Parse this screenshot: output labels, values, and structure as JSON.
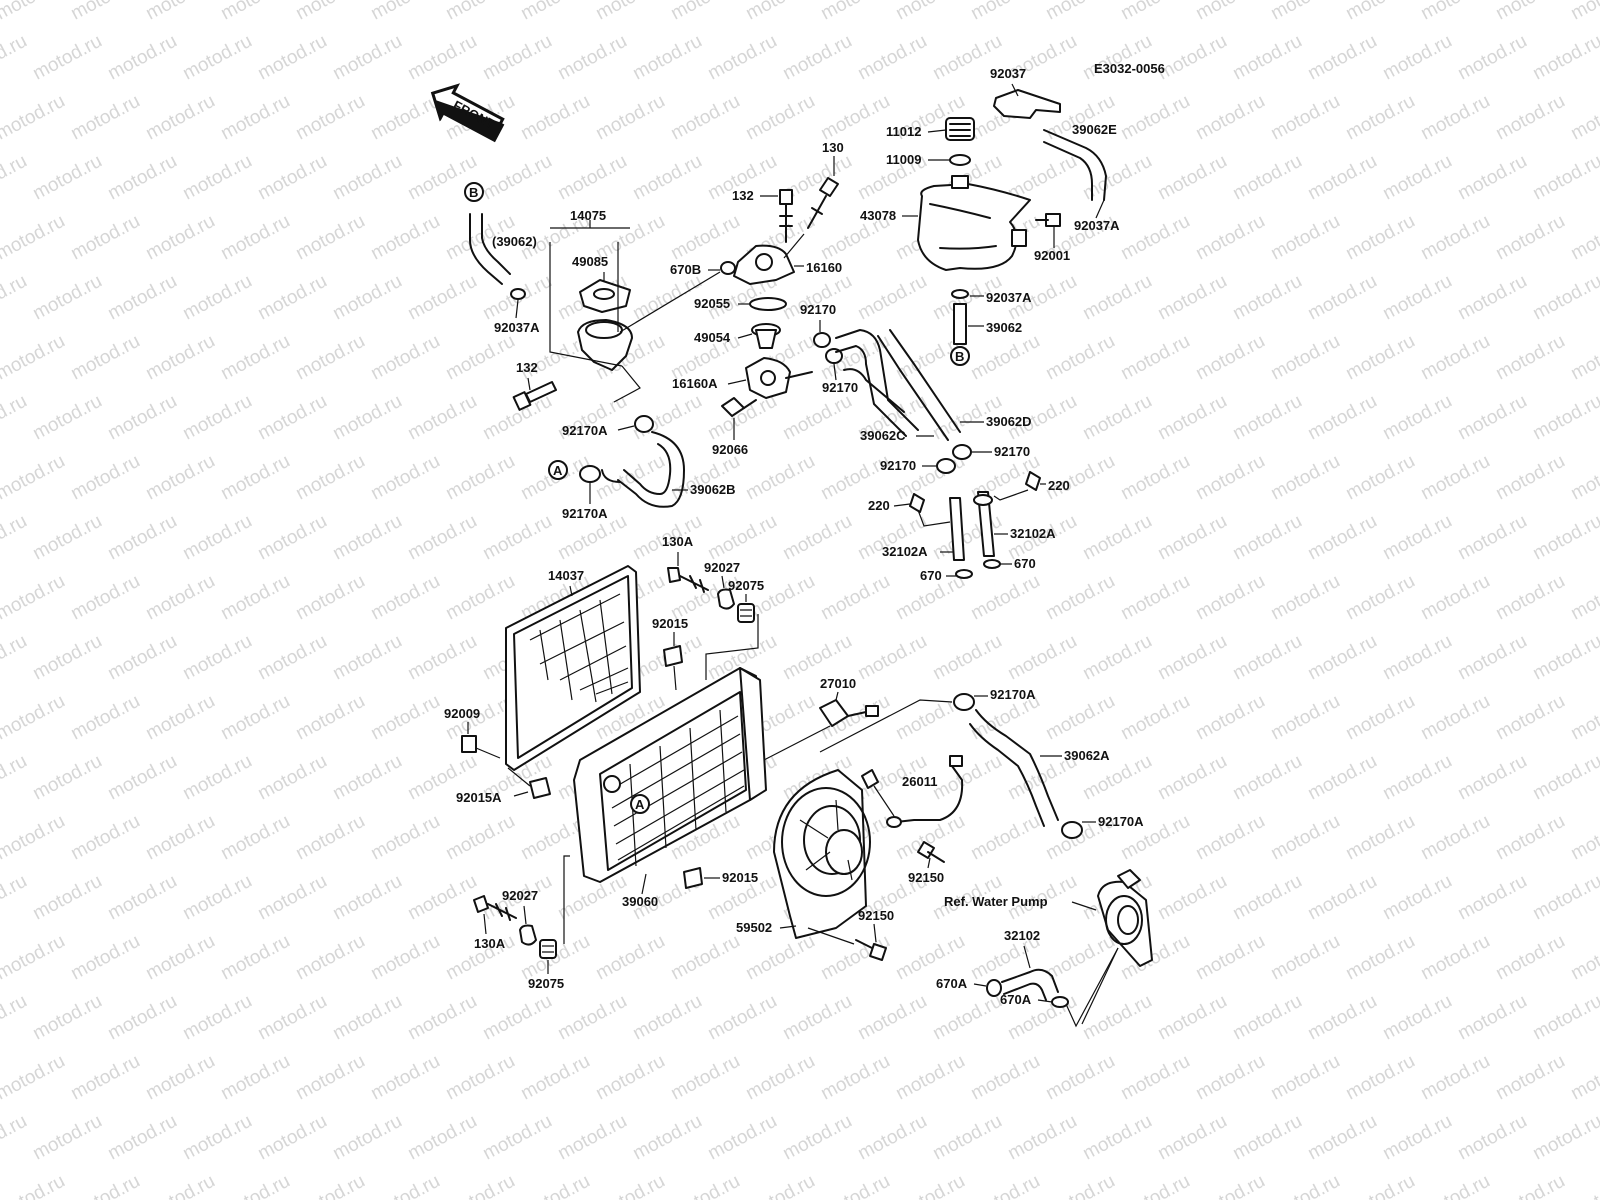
{
  "document_code": "E3032-0056",
  "front_arrow_label": "FRONT",
  "watermark_text": "motod.ru",
  "colors": {
    "ink": "#111111",
    "watermark": "#d6d6d6",
    "background": "#ffffff"
  },
  "callouts": {
    "92037": "92037",
    "E3032": "E3032-0056",
    "11012": "11012",
    "11009": "11009",
    "39062E": "39062E",
    "43078": "43078",
    "92001": "92001",
    "92037A_tank": "92037A",
    "92037A_hose": "92037A",
    "39062_tank": "39062",
    "B_tank": "B",
    "B_left": "B",
    "paren39062": "(39062)",
    "14075": "14075",
    "49085": "49085",
    "92037A_left": "92037A",
    "132_left": "132",
    "130": "130",
    "132_top": "132",
    "670B": "670B",
    "16160": "16160",
    "92055": "92055",
    "92170_a": "92170",
    "49054": "49054",
    "92170_b": "92170",
    "16160A": "16160A",
    "92170A_a": "92170A",
    "92066": "92066",
    "39062D": "39062D",
    "39062C": "39062C",
    "92170_c": "92170",
    "92170_d": "92170",
    "A_hose": "A",
    "92170A_b": "92170A",
    "39062B": "39062B",
    "220_a": "220",
    "220_b": "220",
    "32102A_a": "32102A",
    "32102A_b": "32102A",
    "670_a": "670",
    "670_b": "670",
    "130A_top": "130A",
    "92027_top": "92027",
    "92075_top": "92075",
    "14037": "14037",
    "92015_top": "92015",
    "27010": "27010",
    "92170A_c": "92170A",
    "92009": "92009",
    "39062A": "39062A",
    "A_rad": "A",
    "92015A": "92015A",
    "26011": "26011",
    "92170A_d": "92170A",
    "92150_a": "92150",
    "92015_bot": "92015",
    "39060": "39060",
    "92027_bot": "92027",
    "ref_water_pump": "Ref. Water Pump",
    "130A_bot": "130A",
    "59502": "59502",
    "92150_b": "92150",
    "32102": "32102",
    "92075_bot": "92075",
    "670A_a": "670A",
    "670A_b": "670A"
  }
}
